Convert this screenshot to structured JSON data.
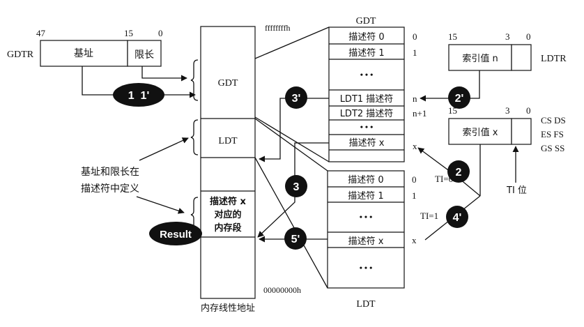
{
  "gdtr": {
    "name": "GDTR",
    "bit_labels": [
      "47",
      "15",
      "0"
    ],
    "base_label": "基址",
    "limit_label": "限长"
  },
  "ldtr": {
    "name": "LDTR",
    "bit_labels": [
      "15",
      "3",
      "0"
    ],
    "index_label": "索引值 n"
  },
  "seg_selector": {
    "registers": [
      "CS DS",
      "ES FS",
      "GS SS"
    ],
    "bit_labels": [
      "15",
      "3",
      "0"
    ],
    "index_label": "索引值 x",
    "ti_label": "TI 位"
  },
  "linear_memory": {
    "caption": "内存线性地址",
    "top_address": "ffffffffh",
    "bottom_address": "00000000h",
    "gdt_label": "GDT",
    "ldt_label": "LDT",
    "segment_label_lines": [
      "描述符 x",
      "对应的",
      "内存段"
    ]
  },
  "gdt_table": {
    "title": "GDT",
    "rows": [
      {
        "label": "描述符 0",
        "index": "0"
      },
      {
        "label": "描述符 1",
        "index": "1"
      },
      {
        "label": "• • •",
        "index": ""
      },
      {
        "label": "LDT1 描述符",
        "index": "n"
      },
      {
        "label": "LDT2 描述符",
        "index": "n+1"
      },
      {
        "label": "• • •",
        "index": ""
      },
      {
        "label": "描述符 x",
        "index": "x"
      },
      {
        "label": "",
        "index": ""
      }
    ]
  },
  "ldt_table": {
    "title": "LDT",
    "rows": [
      {
        "label": "描述符 0",
        "index": "0"
      },
      {
        "label": "描述符 1",
        "index": "1"
      },
      {
        "label": "• • •",
        "index": ""
      },
      {
        "label": "描述符 x",
        "index": "x"
      },
      {
        "label": "• • •",
        "index": ""
      }
    ]
  },
  "annotations": {
    "note_lines": [
      "基址和限长在",
      "描述符中定义"
    ],
    "ti0": "TI=0",
    "ti1": "TI=1"
  },
  "step_badges": {
    "b11": "1  1'",
    "b2p": "2'",
    "b3p": "3'",
    "b2": "2",
    "b3": "3",
    "b4p": "4'",
    "b5p": "5'",
    "result": "Result"
  }
}
